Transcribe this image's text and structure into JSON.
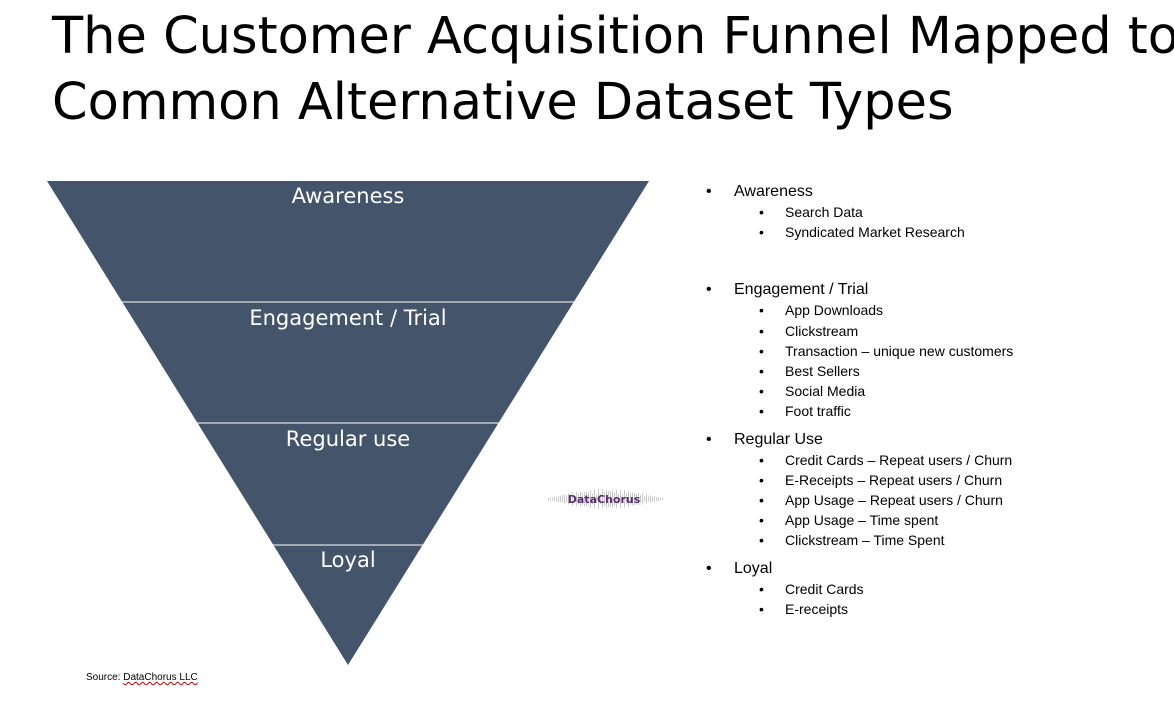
{
  "title": {
    "line1": "The Customer Acquisition Funnel Mapped to",
    "line2": "Common Alternative Dataset Types"
  },
  "colors": {
    "funnel_fill": "#44546a",
    "funnel_divider": "#ffffff",
    "watermark_text": "#5a2d6e"
  },
  "funnel": {
    "stages": [
      "Awareness",
      "Engagement / Trial",
      "Regular use",
      "Loyal"
    ]
  },
  "watermark": {
    "label": "DataChorus"
  },
  "source": {
    "prefix": "Source: ",
    "link": "DataChorus LLC"
  },
  "bullets": [
    {
      "heading": "Awareness",
      "items": [
        "Search Data",
        "Syndicated Market Research"
      ]
    },
    {
      "heading": "Engagement / Trial",
      "items": [
        "App Downloads",
        "Clickstream",
        "Transaction – unique new customers",
        "Best Sellers",
        "Social Media",
        "Foot traffic"
      ]
    },
    {
      "heading": "Regular Use",
      "items": [
        "Credit Cards – Repeat users / Churn",
        "E-Receipts – Repeat users / Churn",
        "App Usage – Repeat users / Churn",
        "App Usage – Time spent",
        "Clickstream – Time Spent"
      ]
    },
    {
      "heading": "Loyal",
      "items": [
        "Credit Cards",
        "E-receipts"
      ]
    }
  ]
}
